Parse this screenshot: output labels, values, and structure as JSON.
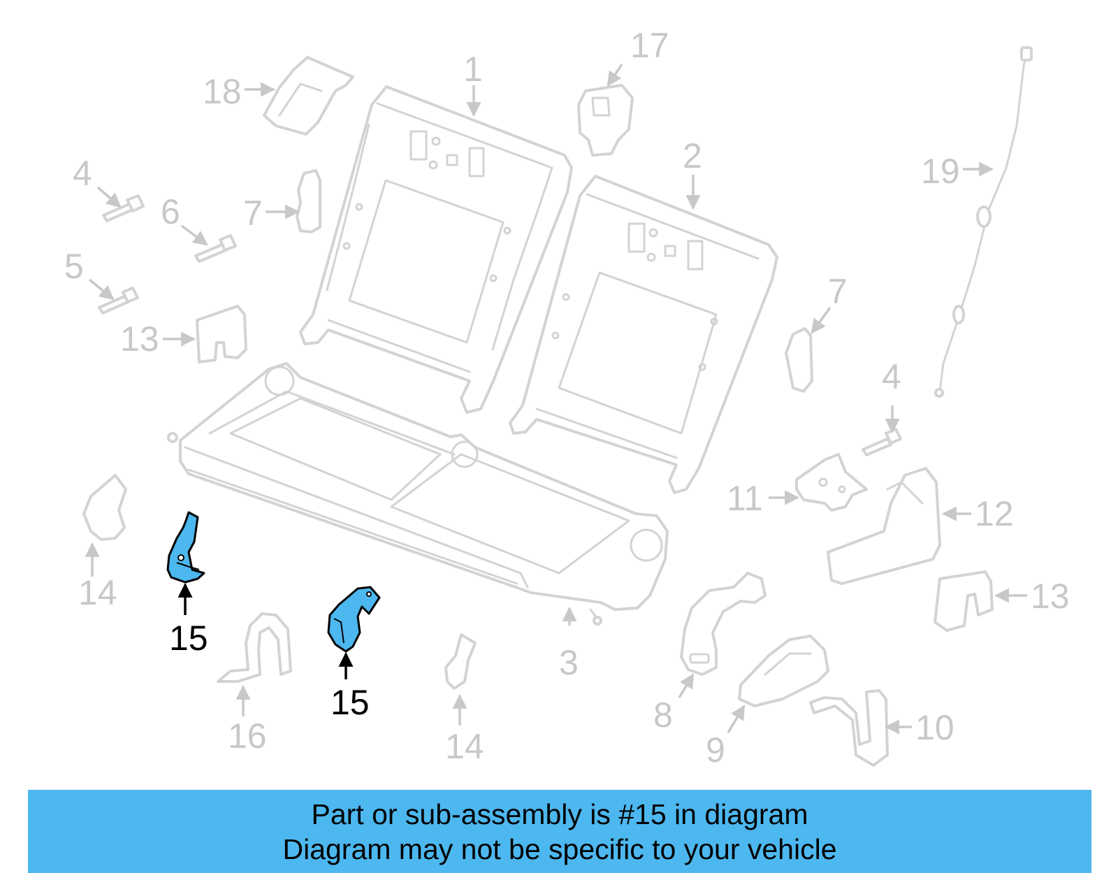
{
  "diagram": {
    "callouts": {
      "c1": "1",
      "c2": "2",
      "c3": "3",
      "c4a": "4",
      "c4b": "4",
      "c5": "5",
      "c6": "6",
      "c7a": "7",
      "c7b": "7",
      "c8": "8",
      "c9": "9",
      "c10": "10",
      "c11": "11",
      "c12": "12",
      "c13a": "13",
      "c13b": "13",
      "c14a": "14",
      "c14b": "14",
      "c15a": "15",
      "c15b": "15",
      "c16": "16",
      "c17": "17",
      "c18": "18",
      "c19": "19"
    },
    "highlight_color": "#4db7ef",
    "muted_color": "#c8c8c8"
  },
  "banner": {
    "line1": "Part or sub-assembly is #15 in diagram",
    "line2": "Diagram may not be specific to your vehicle",
    "background": "#4db7ef"
  }
}
